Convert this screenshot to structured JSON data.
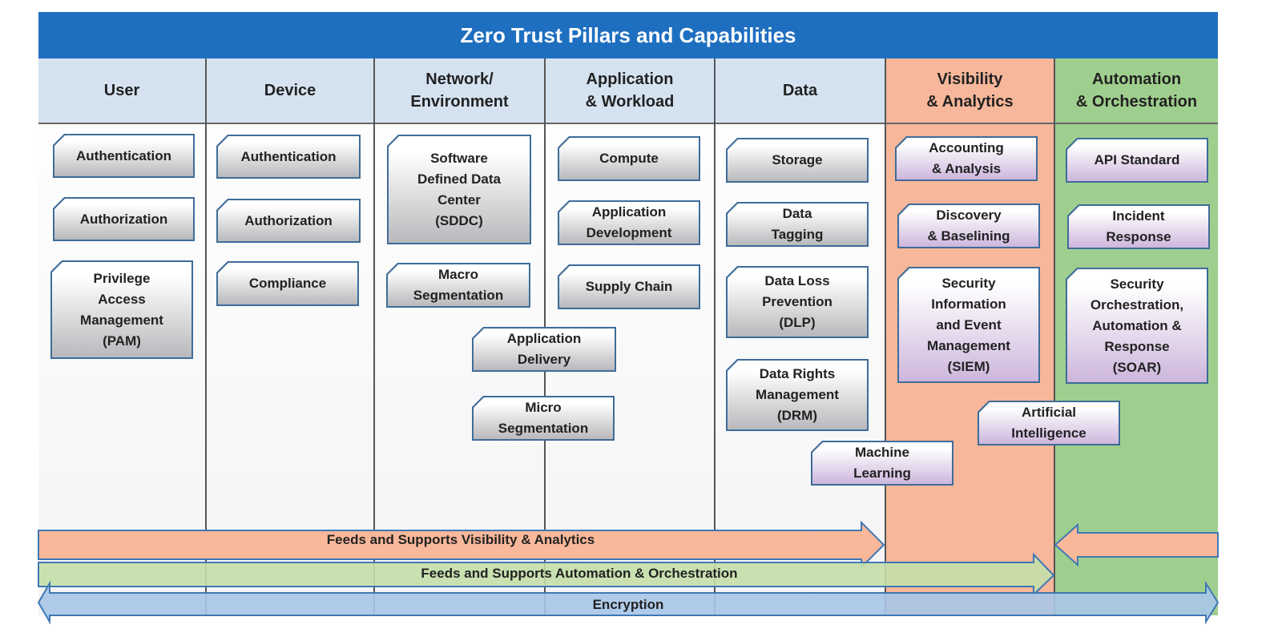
{
  "title": "Zero Trust Pillars and Capabilities",
  "pillars": [
    "User",
    "Device",
    "Network/\nEnvironment",
    "Application\n& Workload",
    "Data",
    "Visibility\n& Analytics",
    "Automation\n& Orchestration"
  ],
  "capabilities": {
    "user": [
      "Authentication",
      "Authorization",
      "Privilege\nAccess\nManagement\n(PAM)"
    ],
    "device": [
      "Authentication",
      "Authorization",
      "Compliance"
    ],
    "network": [
      "Software\nDefined Data\nCenter\n(SDDC)",
      "Macro\nSegmentation",
      "Application\nDelivery",
      "Micro\nSegmentation"
    ],
    "application": [
      "Compute",
      "Application\nDevelopment",
      "Supply Chain"
    ],
    "data": [
      "Storage",
      "Data\nTagging",
      "Data Loss\nPrevention\n(DLP)",
      "Data Rights\nManagement\n(DRM)"
    ],
    "visibility": [
      "Accounting\n& Analysis",
      "Discovery\n& Baselining",
      "Security\nInformation\nand Event\nManagement\n(SIEM)",
      "Artificial\nIntelligence",
      "Machine\nLearning"
    ],
    "automation": [
      "API Standard",
      "Incident\nResponse",
      "Security\nOrchestration,\nAutomation &\nResponse\n(SOAR)"
    ]
  },
  "arrows": [
    "Feeds and Supports Visibility & Analytics",
    "Feeds and Supports Automation & Orchestration",
    "Encryption"
  ],
  "colors": {
    "banner": "#1f6fc0",
    "visibility": "#f7b79a",
    "automation": "#9fcf8e",
    "encryption": "#a9c6e8"
  }
}
